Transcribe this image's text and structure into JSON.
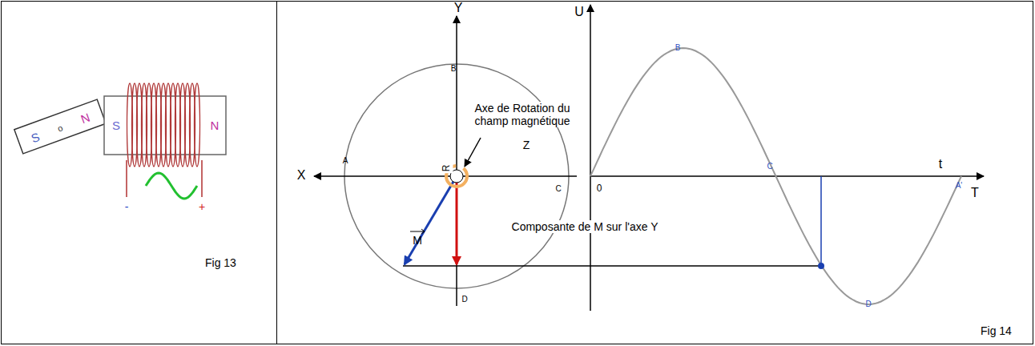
{
  "diagram": {
    "nodes": [
      {
        "text": [
          "Fig 13"
        ]
      },
      {
        "text": [
          "Fig 14"
        ]
      }
    ],
    "labels": [
      "S",
      "o",
      "N",
      "S",
      "N",
      "-",
      "+",
      "Y",
      "X",
      "A",
      "B",
      "C",
      "D",
      "R",
      "Axe de Rotation du champ magnétique",
      "Z",
      "M",
      "Composante de M sur l'axe Y",
      "U",
      "0",
      "t",
      "T",
      "B",
      "C",
      "D",
      "A'"
    ]
  }
}
